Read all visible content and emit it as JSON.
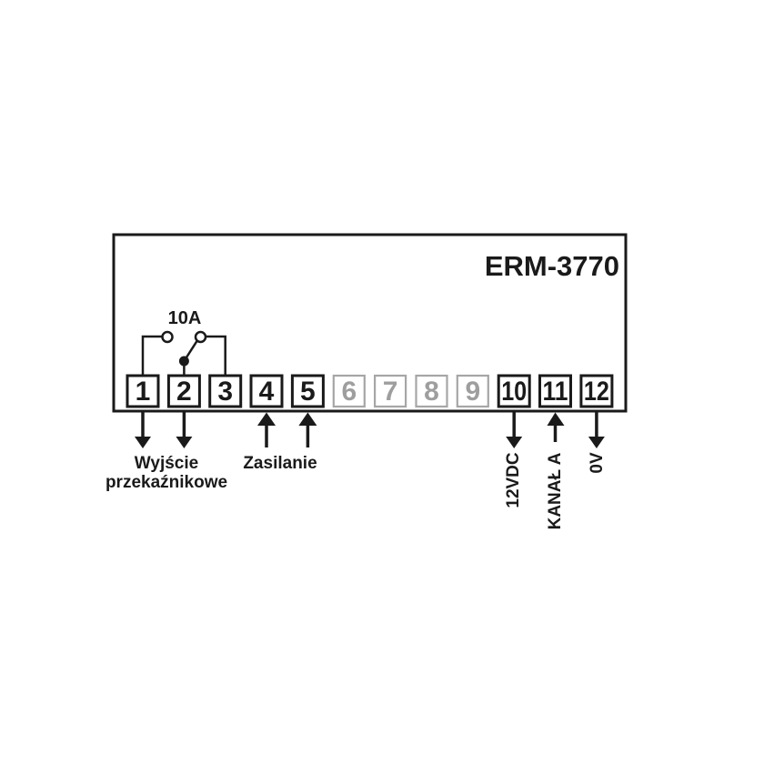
{
  "device": {
    "title": "ERM-3770",
    "relay_rating": "10A"
  },
  "terminals": [
    {
      "number": "1",
      "state": "active"
    },
    {
      "number": "2",
      "state": "active"
    },
    {
      "number": "3",
      "state": "active"
    },
    {
      "number": "4",
      "state": "active"
    },
    {
      "number": "5",
      "state": "active"
    },
    {
      "number": "6",
      "state": "inactive"
    },
    {
      "number": "7",
      "state": "inactive"
    },
    {
      "number": "8",
      "state": "inactive"
    },
    {
      "number": "9",
      "state": "inactive"
    },
    {
      "number": "10",
      "state": "active"
    },
    {
      "number": "11",
      "state": "active"
    },
    {
      "number": "12",
      "state": "active"
    }
  ],
  "labels": {
    "relay_output_line1": "Wyjście",
    "relay_output_line2": "przekaźnikowe",
    "power": "Zasilanie",
    "supply_12v": "12VDC",
    "channel_a": "KANAŁ A",
    "ground": "0V"
  },
  "colors": {
    "line": "#1a1a1a",
    "inactive_border": "#a6a6a6",
    "inactive_text": "#9e9e9e",
    "background": "#ffffff"
  }
}
